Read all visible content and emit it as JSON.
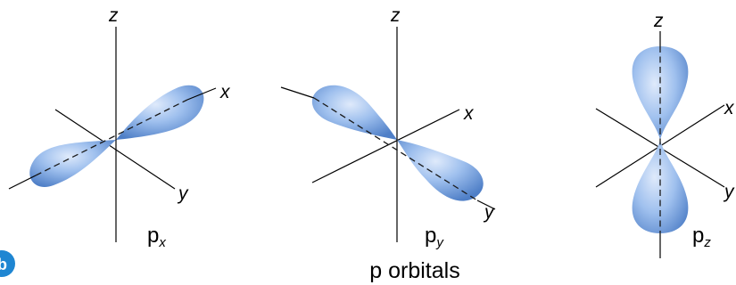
{
  "caption": "p orbitals",
  "badge": "b",
  "colors": {
    "lobe_light": "#c9ddf7",
    "lobe_mid": "#8fb3e8",
    "lobe_dark": "#4f7fc7",
    "badge": "#1f86d2"
  },
  "panels": [
    {
      "name": "px",
      "axes": {
        "z": "z",
        "x": "x",
        "y": "y"
      },
      "label": {
        "main": "p",
        "sub": "x"
      }
    },
    {
      "name": "py",
      "axes": {
        "z": "z",
        "x": "x",
        "y": "y"
      },
      "label": {
        "main": "p",
        "sub": "y"
      }
    },
    {
      "name": "pz",
      "axes": {
        "z": "z",
        "x": "x",
        "y": "y"
      },
      "label": {
        "main": "p",
        "sub": "z"
      }
    }
  ]
}
